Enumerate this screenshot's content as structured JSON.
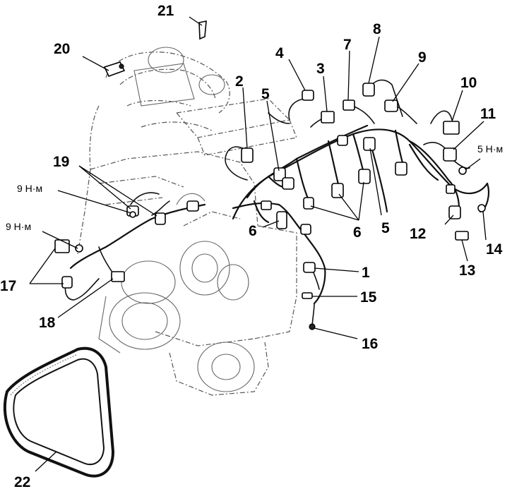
{
  "callouts": {
    "c1": "1",
    "c2": "2",
    "c3": "3",
    "c4": "4",
    "c5a": "5",
    "c5b": "5",
    "c6a": "6",
    "c6b": "6",
    "c7": "7",
    "c8": "8",
    "c9": "9",
    "c10": "10",
    "c11": "11",
    "c12": "12",
    "c13": "13",
    "c14": "14",
    "c15": "15",
    "c16": "16",
    "c17": "17",
    "c18": "18",
    "c19": "19",
    "c20": "20",
    "c21": "21",
    "c22": "22"
  },
  "torque": {
    "t_right": "5 Н·м",
    "t_left_upper": "9 Н·м",
    "t_left_lower": "9 Н·м"
  }
}
